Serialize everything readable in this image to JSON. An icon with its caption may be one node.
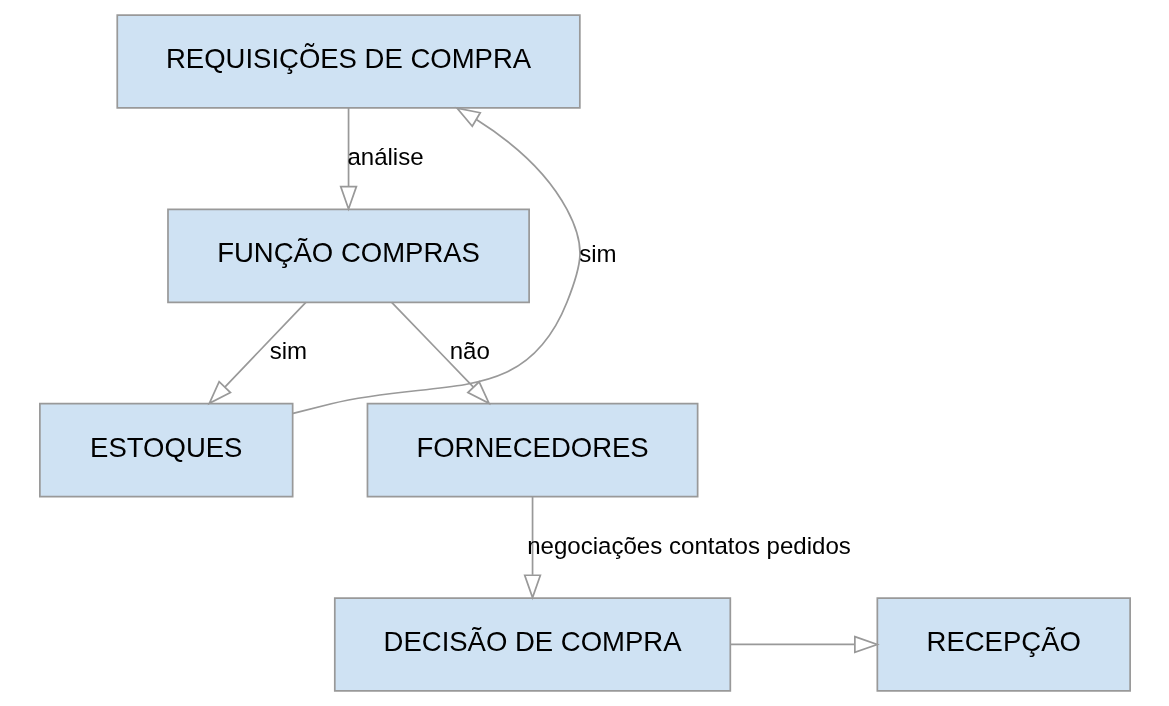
{
  "diagram": {
    "nodes": [
      {
        "text": [
          "REQUISIÇÕES DE COMPRA"
        ]
      },
      {
        "text": [
          "FUNÇÃO COMPRAS"
        ]
      },
      {
        "text": [
          "ESTOQUES"
        ]
      },
      {
        "text": [
          "FORNECEDORES"
        ]
      },
      {
        "text": [
          "RECEPÇÃO"
        ]
      },
      {
        "text": [
          "DECISÃO DE COMPRA"
        ]
      }
    ],
    "edges": [
      {
        "from": 0,
        "to": 1,
        "arrow": "to",
        "label": "análise"
      },
      {
        "from": 1,
        "to": 2,
        "arrow": "to",
        "label": "sim"
      },
      {
        "from": 2,
        "to": 0,
        "arrow": "to",
        "label": "sim"
      },
      {
        "from": 1,
        "to": 3,
        "arrow": "to",
        "label": "não"
      },
      {
        "from": 3,
        "to": 5,
        "arrow": "to",
        "label": "negociações contatos pedidos"
      },
      {
        "from": 5,
        "to": 4,
        "arrow": "to"
      }
    ]
  }
}
